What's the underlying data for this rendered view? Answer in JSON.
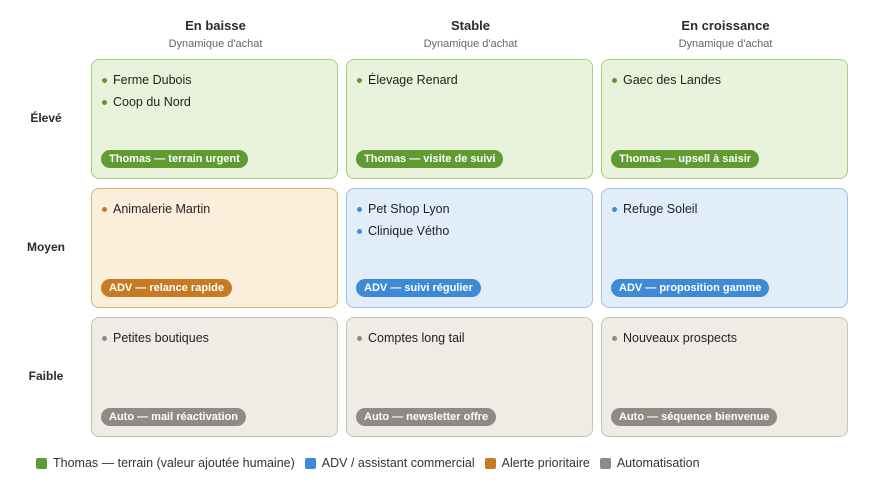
{
  "columns": [
    {
      "title": "En baisse",
      "subtitle": "Dynamique d'achat"
    },
    {
      "title": "Stable",
      "subtitle": "Dynamique d'achat"
    },
    {
      "title": "En croissance",
      "subtitle": "Dynamique d'achat"
    }
  ],
  "rows": [
    "Élevé",
    "Moyen",
    "Faible"
  ],
  "cells": [
    [
      {
        "items": [
          "Ferme Dubois",
          "Coop du Nord"
        ],
        "action": "Thomas — terrain urgent",
        "category": "green"
      },
      {
        "items": [
          "Élevage Renard"
        ],
        "action": "Thomas — visite de suivi",
        "category": "green"
      },
      {
        "items": [
          "Gaec des Landes"
        ],
        "action": "Thomas — upsell à saisir",
        "category": "green"
      }
    ],
    [
      {
        "items": [
          "Animalerie Martin"
        ],
        "action": "ADV — relance rapide",
        "category": "orange"
      },
      {
        "items": [
          "Pet Shop Lyon",
          "Clinique Vétho"
        ],
        "action": "ADV — suivi régulier",
        "category": "blue"
      },
      {
        "items": [
          "Refuge Soleil"
        ],
        "action": "ADV — proposition gamme",
        "category": "blue"
      }
    ],
    [
      {
        "items": [
          "Petites boutiques"
        ],
        "action": "Auto — mail réactivation",
        "category": "gray"
      },
      {
        "items": [
          "Comptes long tail"
        ],
        "action": "Auto — newsletter offre",
        "category": "gray"
      },
      {
        "items": [
          "Nouveaux prospects"
        ],
        "action": "Auto — séquence bienvenue",
        "category": "gray"
      }
    ]
  ],
  "legend": [
    {
      "label": "Thomas — terrain (valeur ajoutée humaine)",
      "color": "#5f9b31"
    },
    {
      "label": "ADV / assistant commercial",
      "color": "#3d8ad6"
    },
    {
      "label": "Alerte prioritaire",
      "color": "#c67b23"
    },
    {
      "label": "Automatisation",
      "color": "#8e8a84"
    }
  ]
}
